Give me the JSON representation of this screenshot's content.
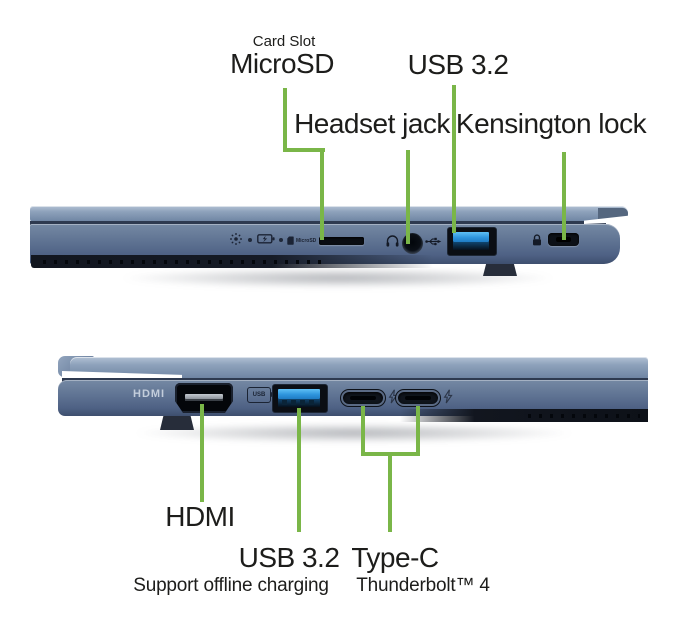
{
  "diagram_title": "Laptop side ports diagram",
  "colors": {
    "callout_green": "#7ab648",
    "label_text": "#1d1d1b",
    "chassis_blue": "#5e7292",
    "usb_blue": "#2e95dd"
  },
  "top_view": {
    "side": "right",
    "callouts": {
      "card_slot_note": "Card Slot",
      "card_slot": "MicroSD",
      "usb": "USB 3.2",
      "headset": "Headset jack",
      "kensington": "Kensington lock"
    },
    "chassis_markings": {
      "microsd": "MicroSD"
    }
  },
  "bottom_view": {
    "side": "left",
    "callouts": {
      "hdmi": "HDMI",
      "usb": "USB 3.2",
      "usb_note": "Support offline charging",
      "typec": "Type-C",
      "typec_note": "Thunderbolt™ 4"
    },
    "chassis_markings": {
      "hdmi": "HDMI",
      "usb_badge": "USB"
    }
  }
}
